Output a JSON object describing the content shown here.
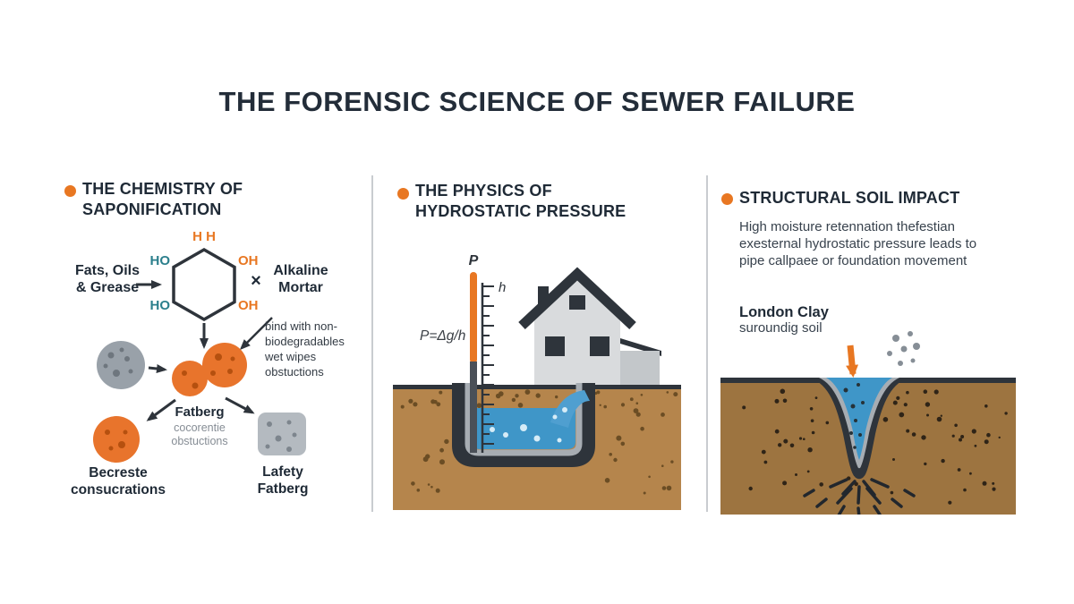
{
  "title": "THE FORENSIC SCIENCE OF SEWER FAILURE",
  "colors": {
    "accent_orange": "#e87722",
    "teal": "#2b7f8c",
    "dark_outline": "#2e343b",
    "soil_brown": "#b5854c",
    "clay_brown": "#9d7440",
    "water_blue": "#3f96c8"
  },
  "chemistry": {
    "heading": [
      "THE CHEMISTRY OF",
      "SAPONIFICATION"
    ],
    "ring_top": "H H",
    "ring_ho_top": "HO",
    "ring_oh_top": "OH",
    "ring_ho_bottom": "HO",
    "ring_oh_bottom": "OH",
    "fats": [
      "Fats, Oils",
      "& Grease"
    ],
    "times": "×",
    "alkaline": [
      "Alkaline",
      "Mortar"
    ],
    "bind_note": [
      "bind with non-",
      "biodegradables",
      "wet wipes",
      "obstuctions"
    ],
    "fatberg": "Fatberg",
    "fatberg_sub": [
      "cocorentie",
      "obstuctions"
    ],
    "becreste": [
      "Becreste",
      "consucrations"
    ],
    "lafety": [
      "Lafety",
      "Fatberg"
    ]
  },
  "physics": {
    "heading": [
      "THE PHYSICS OF",
      "HYDROSTATIC PRESSURE"
    ],
    "p_label": "P",
    "h_label": "h",
    "formula": "P=Δg/h"
  },
  "soil": {
    "heading": "STRUCTURAL SOIL IMPACT",
    "desc": [
      "High moisture retennation thefestian",
      "exesternal hydrostatic pressure leads to",
      "pipe callpaee or foundation movement"
    ],
    "clay_title": "London Clay",
    "clay_sub": "suroundig soil"
  }
}
